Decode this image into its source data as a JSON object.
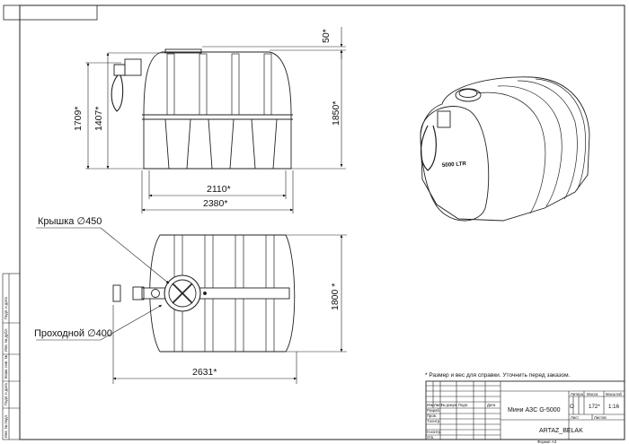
{
  "front_view": {
    "dims": {
      "top_gap": "50*",
      "height_total_left": "1709*",
      "height_body": "1407*",
      "height_right": "1850*",
      "width_inner": "2110*",
      "width_outer": "2380*"
    }
  },
  "plan_view": {
    "lid_label": "Крышка ∅450",
    "passage_label": "Проходной ∅400",
    "dims": {
      "length": "2631*",
      "width": "1800 *"
    }
  },
  "iso_view": {
    "tank_label": "5000 LTR"
  },
  "note": "* Размер и вес для справки. Уточнить перед заказом.",
  "title_block": {
    "product_name": "Мини АЗС G-5000",
    "company": "ARTAZ_BELAK",
    "format": "Формат A3",
    "col_lit": "Литера",
    "col_mass": "Масса",
    "col_scale": "Масштаб",
    "lit_value": "О",
    "mass_value": "172*",
    "scale_value": "1:16",
    "sheet_label": "Лист",
    "sheets_label": "Листов",
    "rows": {
      "izm": "Изм",
      "list": "Лист",
      "doc": "№ докум.",
      "sign": "Подп.",
      "date": "Дата",
      "razrab": "Разраб.",
      "prov": "Пров.",
      "tkontr": "Т.контр.",
      "nkontr": "Н.контр.",
      "utv": "Утв."
    }
  },
  "side_stamp": [
    "Подп. и дата",
    "Инв. № дубл.",
    "Взам. инв. №",
    "Подп. и дата",
    "Инв. № подл."
  ]
}
